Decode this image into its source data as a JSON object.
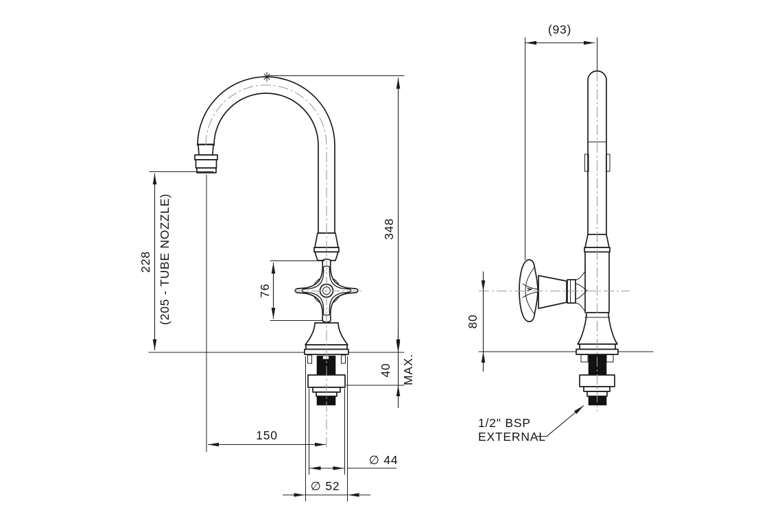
{
  "meta": {
    "background": "#ffffff",
    "line_color": "#1c1c1c",
    "centerline_color": "#9c9c9c"
  },
  "front_view": {
    "dims": {
      "spout_height": "228",
      "spout_height_note": "(205 - TUBE NOZZLE)",
      "handle_diameter": "76",
      "overall_height": "348",
      "deck_max": "40",
      "deck_max_suffix": "MAX.",
      "spout_reach": "150",
      "shank_diameter": "∅ 44",
      "base_diameter": "∅ 52"
    }
  },
  "side_view": {
    "dims": {
      "depth": "(93)",
      "handle_height": "80",
      "thread_note_line1": "1/2\" BSP",
      "thread_note_line2": "EXTERNAL"
    }
  }
}
